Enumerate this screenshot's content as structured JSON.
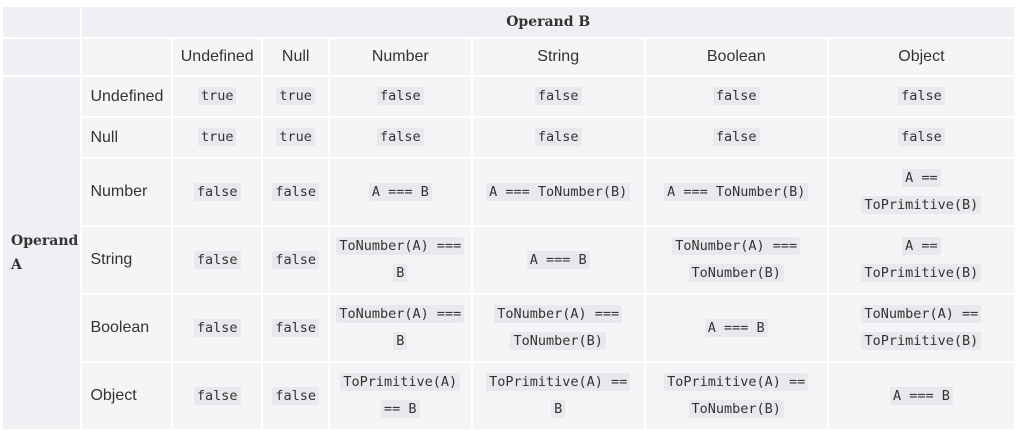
{
  "table": {
    "operand_b_label": "Operand B",
    "operand_a_label": "Operand A",
    "columns": [
      "Undefined",
      "Null",
      "Number",
      "String",
      "Boolean",
      "Object"
    ],
    "rows": [
      {
        "label": "Undefined",
        "cells": [
          "true",
          "true",
          "false",
          "false",
          "false",
          "false"
        ]
      },
      {
        "label": "Null",
        "cells": [
          "true",
          "true",
          "false",
          "false",
          "false",
          "false"
        ]
      },
      {
        "label": "Number",
        "cells": [
          "false",
          "false",
          "A === B",
          "A === ToNumber(B)",
          "A === ToNumber(B)",
          "A == ToPrimitive(B)"
        ]
      },
      {
        "label": "String",
        "cells": [
          "false",
          "false",
          "ToNumber(A) === B",
          "A === B",
          "ToNumber(A) === ToNumber(B)",
          "A == ToPrimitive(B)"
        ]
      },
      {
        "label": "Boolean",
        "cells": [
          "false",
          "false",
          "ToNumber(A) === B",
          "ToNumber(A) === ToNumber(B)",
          "A === B",
          "ToNumber(A) == ToPrimitive(B)"
        ]
      },
      {
        "label": "Object",
        "cells": [
          "false",
          "false",
          "ToPrimitive(A) == B",
          "ToPrimitive(A) == B",
          "ToPrimitive(A) == ToNumber(B)",
          "A === B"
        ]
      }
    ]
  }
}
